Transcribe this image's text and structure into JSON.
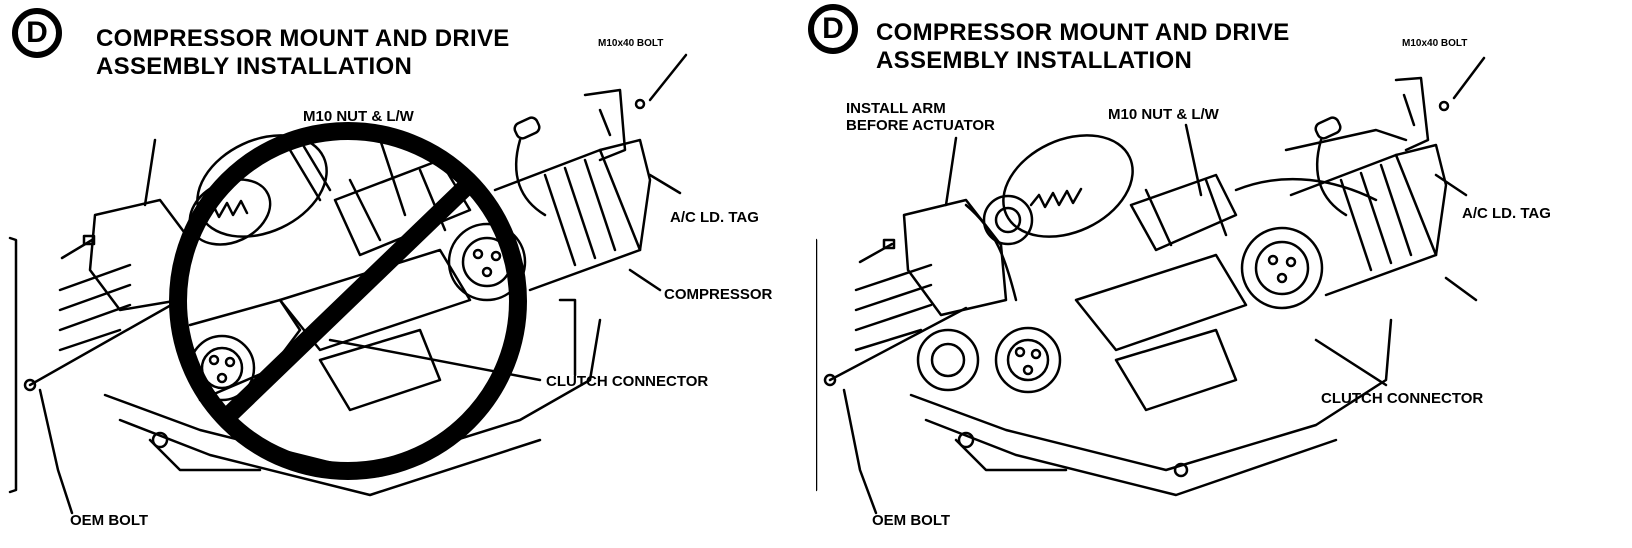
{
  "left_panel": {
    "badge": "D",
    "title_line1": "COMPRESSOR MOUNT AND DRIVE",
    "title_line2": "ASSEMBLY INSTALLATION",
    "labels": {
      "bolt": "M10x40 BOLT",
      "nut": "M10 NUT & L/W",
      "ac_tag": "A/C LD. TAG",
      "compressor": "COMPRESSOR",
      "clutch": "CLUTCH CONNECTOR",
      "oem_bolt": "OEM BOLT"
    }
  },
  "right_panel": {
    "badge": "D",
    "title_line1": "COMPRESSOR MOUNT AND DRIVE",
    "title_line2": "ASSEMBLY INSTALLATION",
    "labels": {
      "bolt": "M10x40 BOLT",
      "install_arm_line1": "INSTALL ARM",
      "install_arm_line2": "BEFORE ACTUATOR",
      "nut": "M10 NUT & L/W",
      "ac_tag": "A/C LD. TAG",
      "clutch": "CLUTCH CONNECTOR",
      "oem_bolt": "OEM BOLT"
    }
  }
}
